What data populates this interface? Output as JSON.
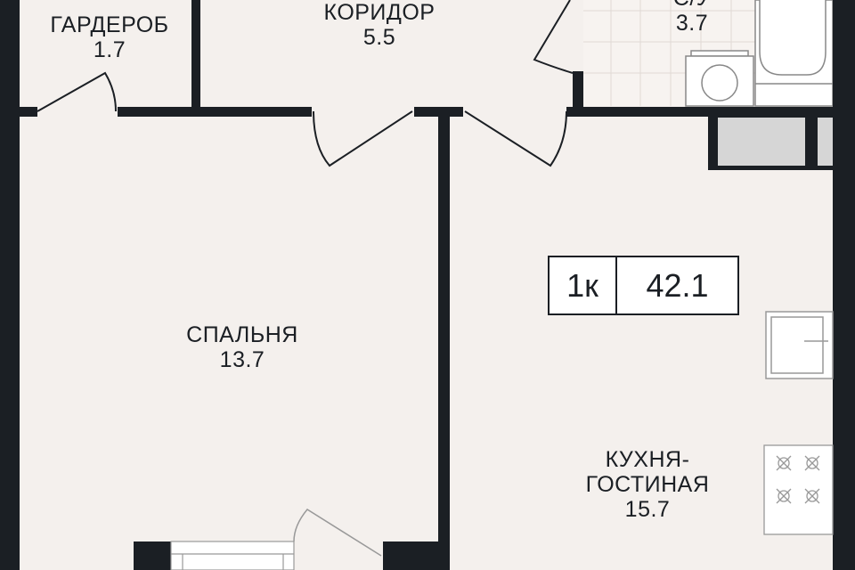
{
  "rooms": {
    "wardrobe": {
      "name": "ГАРДЕРОБ",
      "area": "1.7"
    },
    "corridor": {
      "name": "КОРИДОР",
      "area": "5.5"
    },
    "bathroom": {
      "name": "С/У",
      "area": "3.7"
    },
    "bedroom": {
      "name": "СПАЛЬНЯ",
      "area": "13.7"
    },
    "kitchen": {
      "name": "КУХНЯ-",
      "name2": "ГОСТИНАЯ",
      "area": "15.7"
    }
  },
  "badge": {
    "type": "1к",
    "total_area": "42.1"
  },
  "colors": {
    "wall": "#1b1f24",
    "floor": "#f4f0ed",
    "tile": "#e2dcd8",
    "shaft": "#d6d6d6"
  }
}
